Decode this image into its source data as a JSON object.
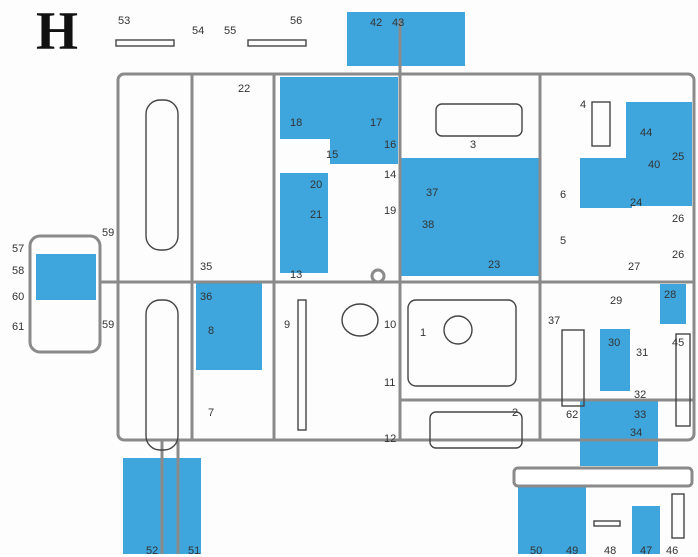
{
  "sheet": {
    "letter": "H"
  },
  "colors": {
    "highlight": "#3ea6dc",
    "frame": "#8a8a8a",
    "frame_fill": "#ffffff",
    "accent_orange": "#d9a441",
    "background": "#fdfdfd"
  },
  "parts": [
    "1",
    "2",
    "3",
    "4",
    "5",
    "6",
    "7",
    "8",
    "9",
    "10",
    "11",
    "12",
    "13",
    "14",
    "15",
    "16",
    "17",
    "18",
    "19",
    "20",
    "21",
    "22",
    "23",
    "24",
    "25",
    "26",
    "26",
    "27",
    "28",
    "29",
    "30",
    "31",
    "32",
    "33",
    "34",
    "35",
    "36",
    "37",
    "37",
    "38",
    "40",
    "42",
    "43",
    "44",
    "45",
    "46",
    "47",
    "48",
    "49",
    "50",
    "51",
    "52",
    "53",
    "54",
    "55",
    "56",
    "57",
    "58",
    "59",
    "59",
    "60",
    "61",
    "62"
  ],
  "highlighted_parts": [
    "8",
    "13",
    "16",
    "17",
    "18",
    "20",
    "21",
    "23",
    "24",
    "25",
    "28",
    "30",
    "33",
    "34",
    "37",
    "38",
    "40",
    "42",
    "43",
    "44",
    "47",
    "49",
    "50",
    "51",
    "52",
    "60"
  ]
}
